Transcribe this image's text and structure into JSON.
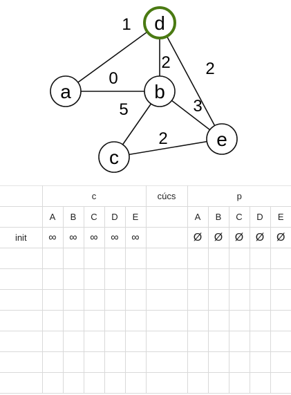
{
  "graph": {
    "nodes": [
      {
        "id": "d",
        "label": "d",
        "highlighted": true
      },
      {
        "id": "a",
        "label": "a",
        "highlighted": false
      },
      {
        "id": "b",
        "label": "b",
        "highlighted": false
      },
      {
        "id": "c",
        "label": "c",
        "highlighted": false
      },
      {
        "id": "e",
        "label": "e",
        "highlighted": false
      }
    ],
    "edges": [
      {
        "from": "a",
        "to": "d",
        "weight": "1"
      },
      {
        "from": "a",
        "to": "b",
        "weight": "0"
      },
      {
        "from": "d",
        "to": "b",
        "weight": "2"
      },
      {
        "from": "d",
        "to": "e",
        "weight": "2"
      },
      {
        "from": "b",
        "to": "c",
        "weight": "5"
      },
      {
        "from": "b",
        "to": "e",
        "weight": "3"
      },
      {
        "from": "c",
        "to": "e",
        "weight": "2"
      }
    ],
    "highlight_color": "#4a7a12",
    "stroke_color": "#111111"
  },
  "table": {
    "group_c": "c",
    "group_cucs": "cúcs",
    "group_p": "p",
    "columns_c": [
      "A",
      "B",
      "C",
      "D",
      "E"
    ],
    "columns_p": [
      "A",
      "B",
      "C",
      "D",
      "E"
    ],
    "init_row": {
      "label": "init",
      "c_values": [
        "∞",
        "∞",
        "∞",
        "∞",
        "∞"
      ],
      "cucs_value": "",
      "p_values": [
        "Ø",
        "Ø",
        "Ø",
        "Ø",
        "Ø"
      ]
    }
  }
}
